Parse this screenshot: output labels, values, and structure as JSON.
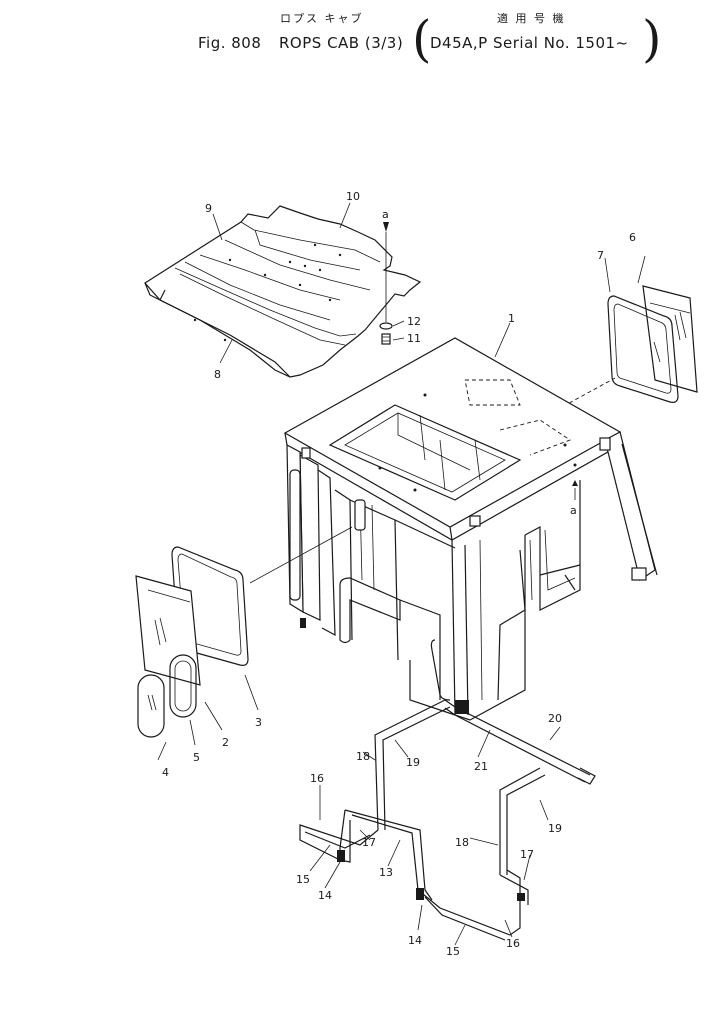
{
  "header": {
    "jp_part_name": "ロプス キャブ",
    "jp_applicable": "適 用 号 機",
    "fig_label": "Fig. 808",
    "title": "ROPS CAB (3/3)",
    "applicability": "D45A,P Serial No. 1501~"
  },
  "callouts": [
    {
      "id": "c1",
      "text": "1"
    },
    {
      "id": "c2",
      "text": "2"
    },
    {
      "id": "c3",
      "text": "3"
    },
    {
      "id": "c4",
      "text": "4"
    },
    {
      "id": "c5",
      "text": "5"
    },
    {
      "id": "c6",
      "text": "6"
    },
    {
      "id": "c7",
      "text": "7"
    },
    {
      "id": "c8",
      "text": "8"
    },
    {
      "id": "c9",
      "text": "9"
    },
    {
      "id": "c10",
      "text": "10"
    },
    {
      "id": "c11",
      "text": "11"
    },
    {
      "id": "c12",
      "text": "12"
    },
    {
      "id": "c13",
      "text": "13"
    },
    {
      "id": "c14a",
      "text": "14"
    },
    {
      "id": "c14b",
      "text": "14"
    },
    {
      "id": "c15a",
      "text": "15"
    },
    {
      "id": "c15b",
      "text": "15"
    },
    {
      "id": "c16a",
      "text": "16"
    },
    {
      "id": "c16b",
      "text": "16"
    },
    {
      "id": "c17a",
      "text": "17"
    },
    {
      "id": "c17b",
      "text": "17"
    },
    {
      "id": "c18a",
      "text": "18"
    },
    {
      "id": "c18b",
      "text": "18"
    },
    {
      "id": "c19a",
      "text": "19"
    },
    {
      "id": "c19b",
      "text": "19"
    },
    {
      "id": "c20",
      "text": "20"
    },
    {
      "id": "c21",
      "text": "21"
    },
    {
      "id": "ca1",
      "text": "a"
    },
    {
      "id": "ca2",
      "text": "a"
    }
  ]
}
